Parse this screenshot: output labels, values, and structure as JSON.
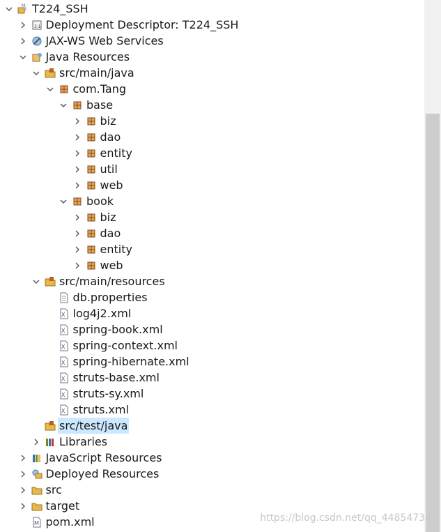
{
  "tree": [
    {
      "label": "T224_SSH",
      "icon": "maven-project-icon",
      "depth": 0,
      "state": "expanded"
    },
    {
      "label": "Deployment Descriptor: T224_SSH",
      "icon": "deployment-descriptor-icon",
      "depth": 1,
      "state": "collapsed"
    },
    {
      "label": "JAX-WS Web Services",
      "icon": "web-services-icon",
      "depth": 1,
      "state": "collapsed"
    },
    {
      "label": "Java Resources",
      "icon": "java-resources-icon",
      "depth": 1,
      "state": "expanded"
    },
    {
      "label": "src/main/java",
      "icon": "source-folder-icon",
      "depth": 2,
      "state": "expanded"
    },
    {
      "label": "com.Tang",
      "icon": "package-icon",
      "depth": 3,
      "state": "expanded"
    },
    {
      "label": "base",
      "icon": "package-icon",
      "depth": 4,
      "state": "expanded"
    },
    {
      "label": "biz",
      "icon": "package-icon",
      "depth": 5,
      "state": "collapsed"
    },
    {
      "label": "dao",
      "icon": "package-icon",
      "depth": 5,
      "state": "collapsed"
    },
    {
      "label": "entity",
      "icon": "package-icon",
      "depth": 5,
      "state": "collapsed"
    },
    {
      "label": "util",
      "icon": "package-icon",
      "depth": 5,
      "state": "collapsed"
    },
    {
      "label": "web",
      "icon": "package-icon",
      "depth": 5,
      "state": "collapsed"
    },
    {
      "label": "book",
      "icon": "package-icon",
      "depth": 4,
      "state": "expanded"
    },
    {
      "label": "biz",
      "icon": "package-icon",
      "depth": 5,
      "state": "collapsed"
    },
    {
      "label": "dao",
      "icon": "package-icon",
      "depth": 5,
      "state": "collapsed"
    },
    {
      "label": "entity",
      "icon": "package-icon",
      "depth": 5,
      "state": "collapsed"
    },
    {
      "label": "web",
      "icon": "package-icon",
      "depth": 5,
      "state": "collapsed"
    },
    {
      "label": "src/main/resources",
      "icon": "source-folder-icon",
      "depth": 2,
      "state": "expanded"
    },
    {
      "label": "db.properties",
      "icon": "properties-file-icon",
      "depth": 3,
      "state": "leaf"
    },
    {
      "label": "log4j2.xml",
      "icon": "xml-file-icon",
      "depth": 3,
      "state": "leaf"
    },
    {
      "label": "spring-book.xml",
      "icon": "xml-file-icon",
      "depth": 3,
      "state": "leaf"
    },
    {
      "label": "spring-context.xml",
      "icon": "xml-file-icon",
      "depth": 3,
      "state": "leaf"
    },
    {
      "label": "spring-hibernate.xml",
      "icon": "xml-file-icon",
      "depth": 3,
      "state": "leaf"
    },
    {
      "label": "struts-base.xml",
      "icon": "xml-file-icon",
      "depth": 3,
      "state": "leaf"
    },
    {
      "label": "struts-sy.xml",
      "icon": "xml-file-icon",
      "depth": 3,
      "state": "leaf"
    },
    {
      "label": "struts.xml",
      "icon": "xml-file-icon",
      "depth": 3,
      "state": "leaf"
    },
    {
      "label": "src/test/java",
      "icon": "source-folder-icon",
      "depth": 2,
      "state": "leaf",
      "selected": true
    },
    {
      "label": "Libraries",
      "icon": "libraries-icon",
      "depth": 2,
      "state": "collapsed"
    },
    {
      "label": "JavaScript Resources",
      "icon": "javascript-resources-icon",
      "depth": 1,
      "state": "collapsed"
    },
    {
      "label": "Deployed Resources",
      "icon": "deployed-resources-icon",
      "depth": 1,
      "state": "collapsed"
    },
    {
      "label": "src",
      "icon": "folder-icon",
      "depth": 1,
      "state": "collapsed"
    },
    {
      "label": "target",
      "icon": "folder-icon",
      "depth": 1,
      "state": "collapsed"
    },
    {
      "label": "pom.xml",
      "icon": "pom-file-icon",
      "depth": 1,
      "state": "leaf"
    }
  ],
  "watermark": "https://blog.csdn.net/qq_44854734",
  "colors": {
    "selection": "#cce8ff",
    "package": "#b5651d",
    "folder": "#e8b84a",
    "chevron": "#555555"
  }
}
